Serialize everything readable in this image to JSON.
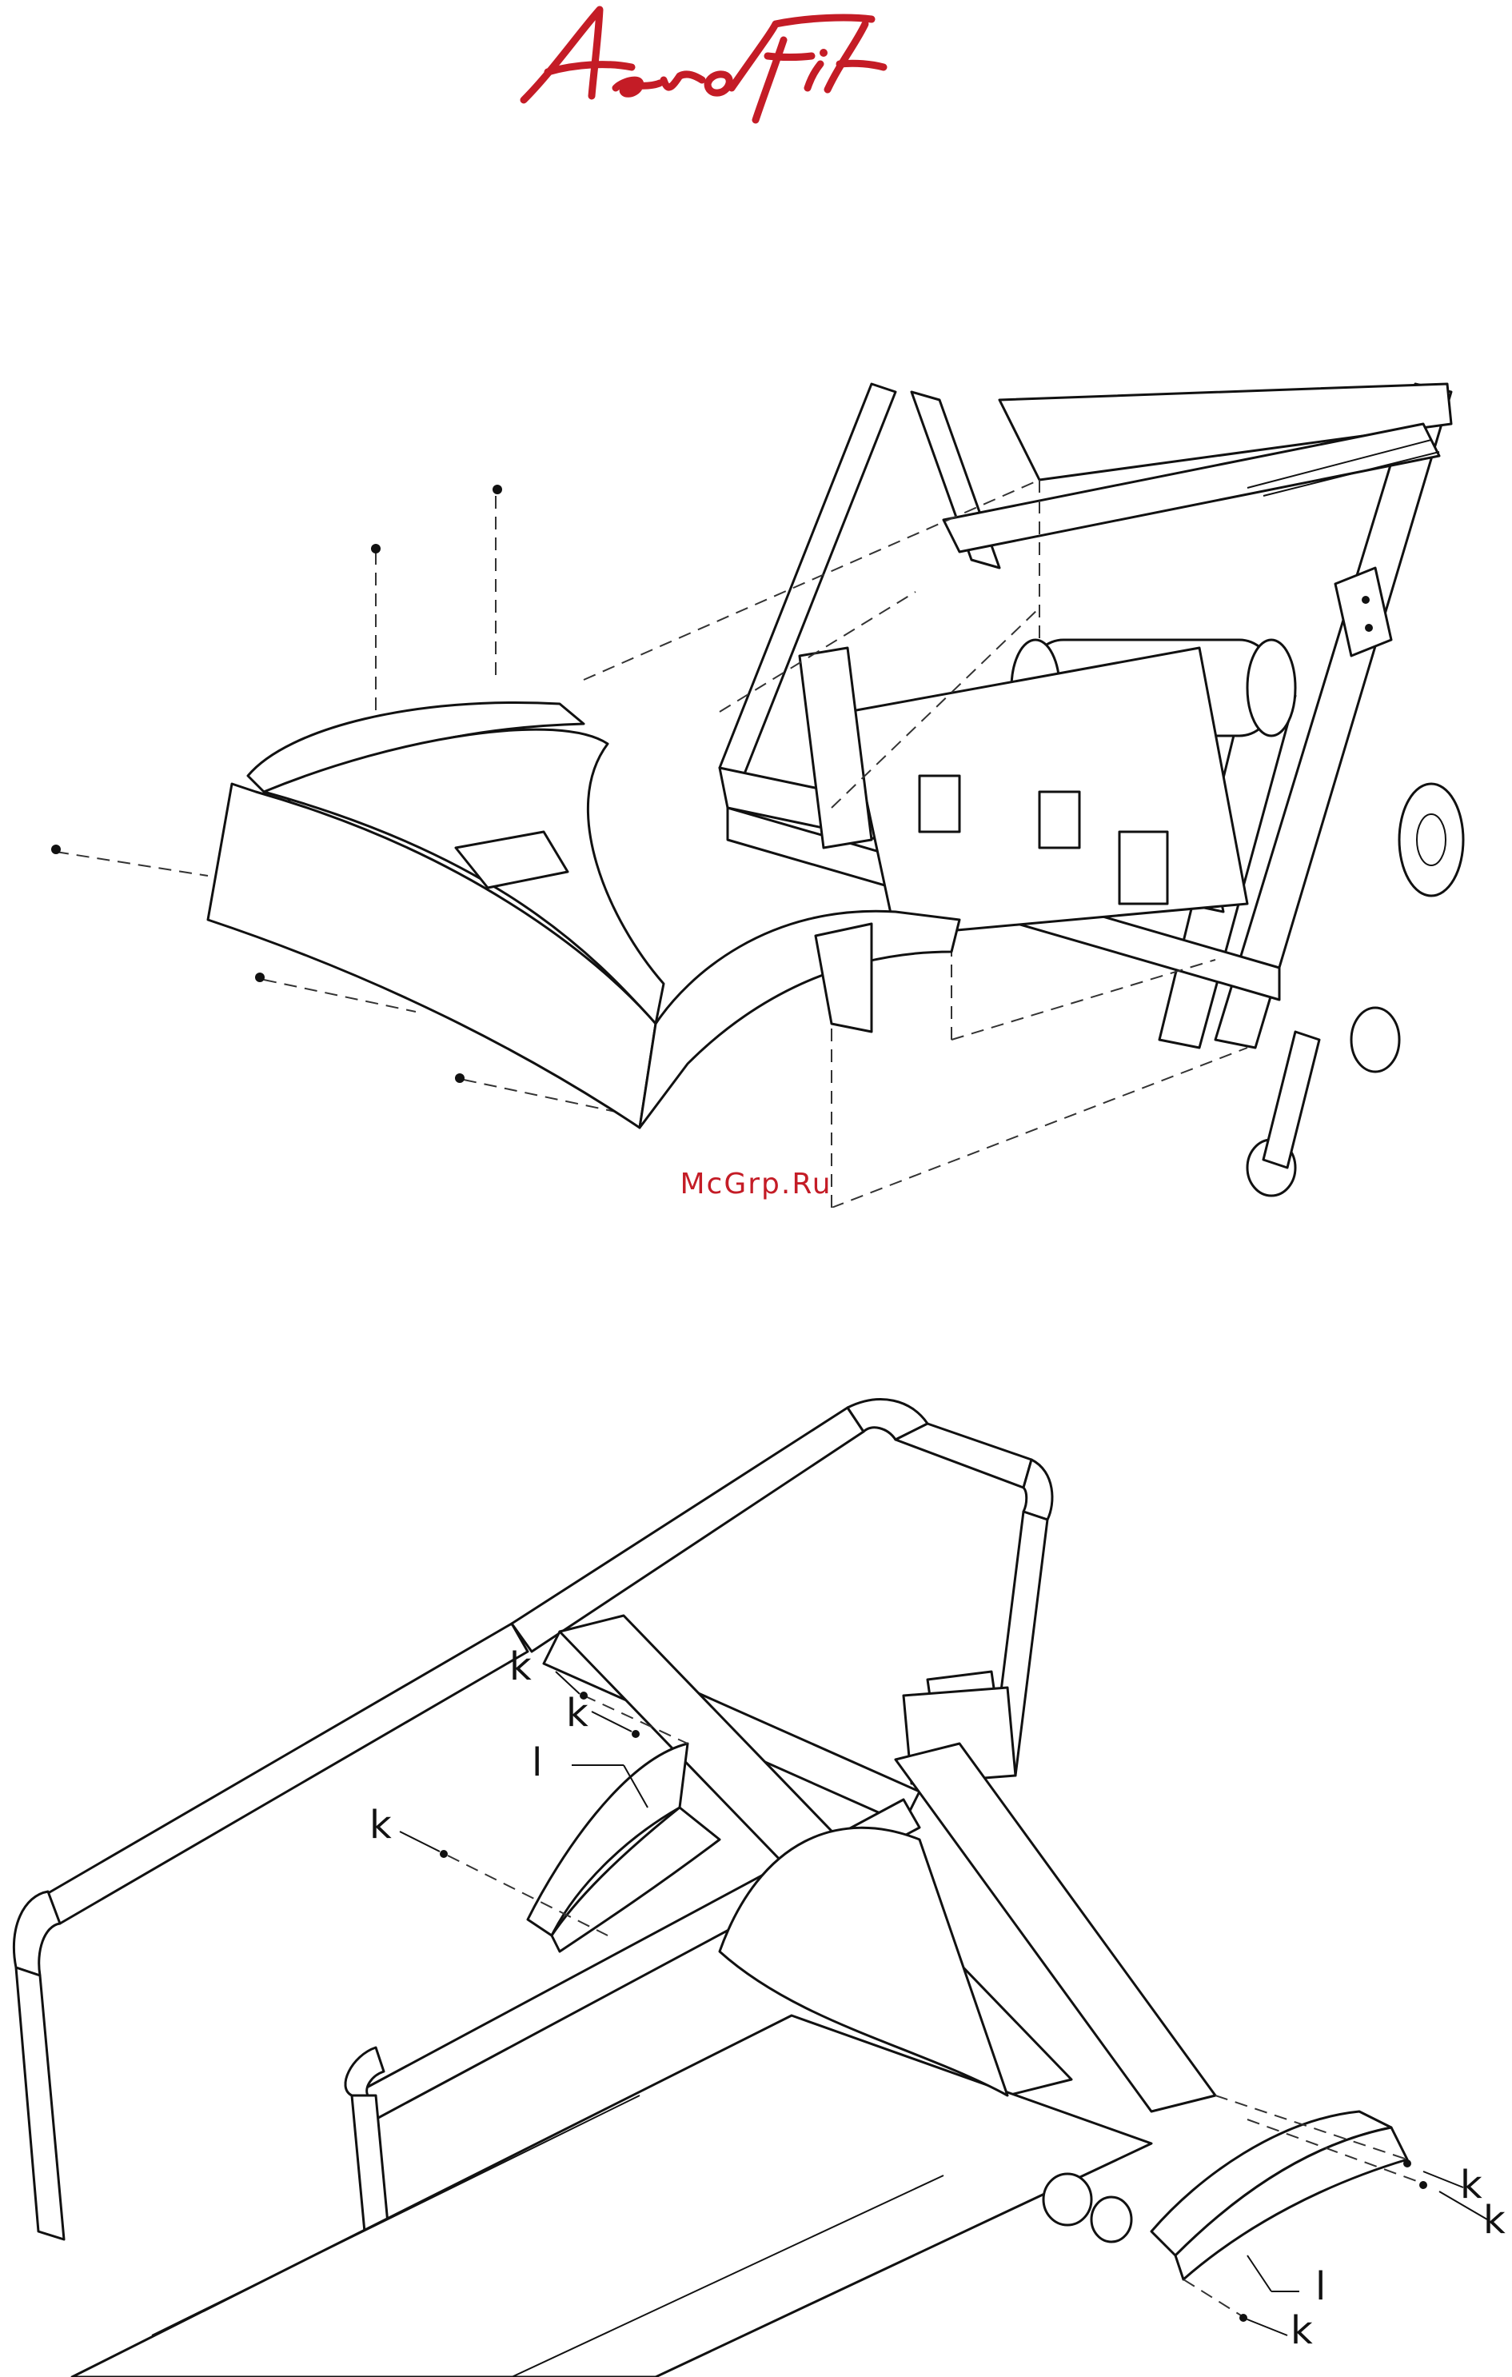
{
  "brand": {
    "logo_text": "AeroFit",
    "color": "#c41c26"
  },
  "watermark": "McGrp.Ru",
  "callouts": {
    "k1": "k",
    "k2": "k",
    "k3": "k",
    "k4": "k",
    "k5": "k",
    "k6": "k",
    "l1": "l",
    "l2": "l"
  }
}
